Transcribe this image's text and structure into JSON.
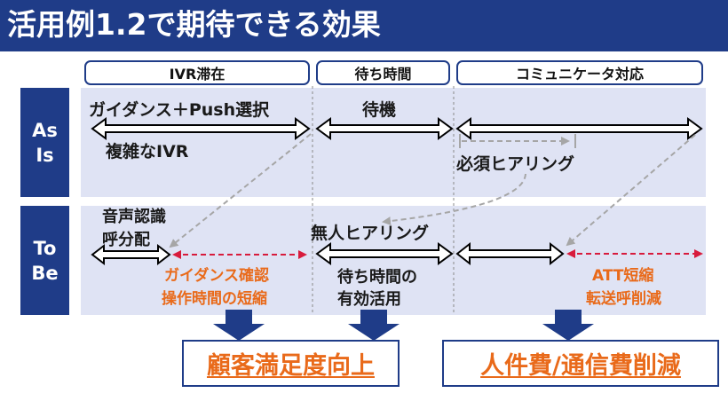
{
  "title": "活用例1.2で期待できる効果",
  "columns": [
    "IVR滞在",
    "待ち時間",
    "コミュニケータ対応"
  ],
  "rows": {
    "as_is": {
      "line1": "As",
      "line2": "Is"
    },
    "to_be": {
      "line1": "To",
      "line2": "Be"
    }
  },
  "as_is_labels": {
    "guidance_push": "ガイダンス＋Push選択",
    "complex_ivr": "複雑なIVR",
    "waiting": "待機",
    "mandatory_hearing": "必須ヒアリング"
  },
  "to_be_labels": {
    "voice_recognition": "音声認識",
    "call_routing": "呼分配",
    "guidance_confirm": "ガイダンス確認",
    "operation_time_short": "操作時間の短縮",
    "unmanned_hearing": "無人ヒアリング",
    "wait_time_line1": "待ち時間の",
    "wait_time_line2": "有効活用",
    "att_short": "ATT短縮",
    "transfer_reduce": "転送呼削減"
  },
  "results": {
    "customer_satisfaction": "顧客満足度向上",
    "cost_reduction": "人件費/通信費削減"
  },
  "colors": {
    "navy": "#1f3c88",
    "band": "#dfe3f4",
    "orange": "#e96a1a",
    "red_dashed": "#d81b3c",
    "gray_dashed": "#a6a6a6"
  }
}
